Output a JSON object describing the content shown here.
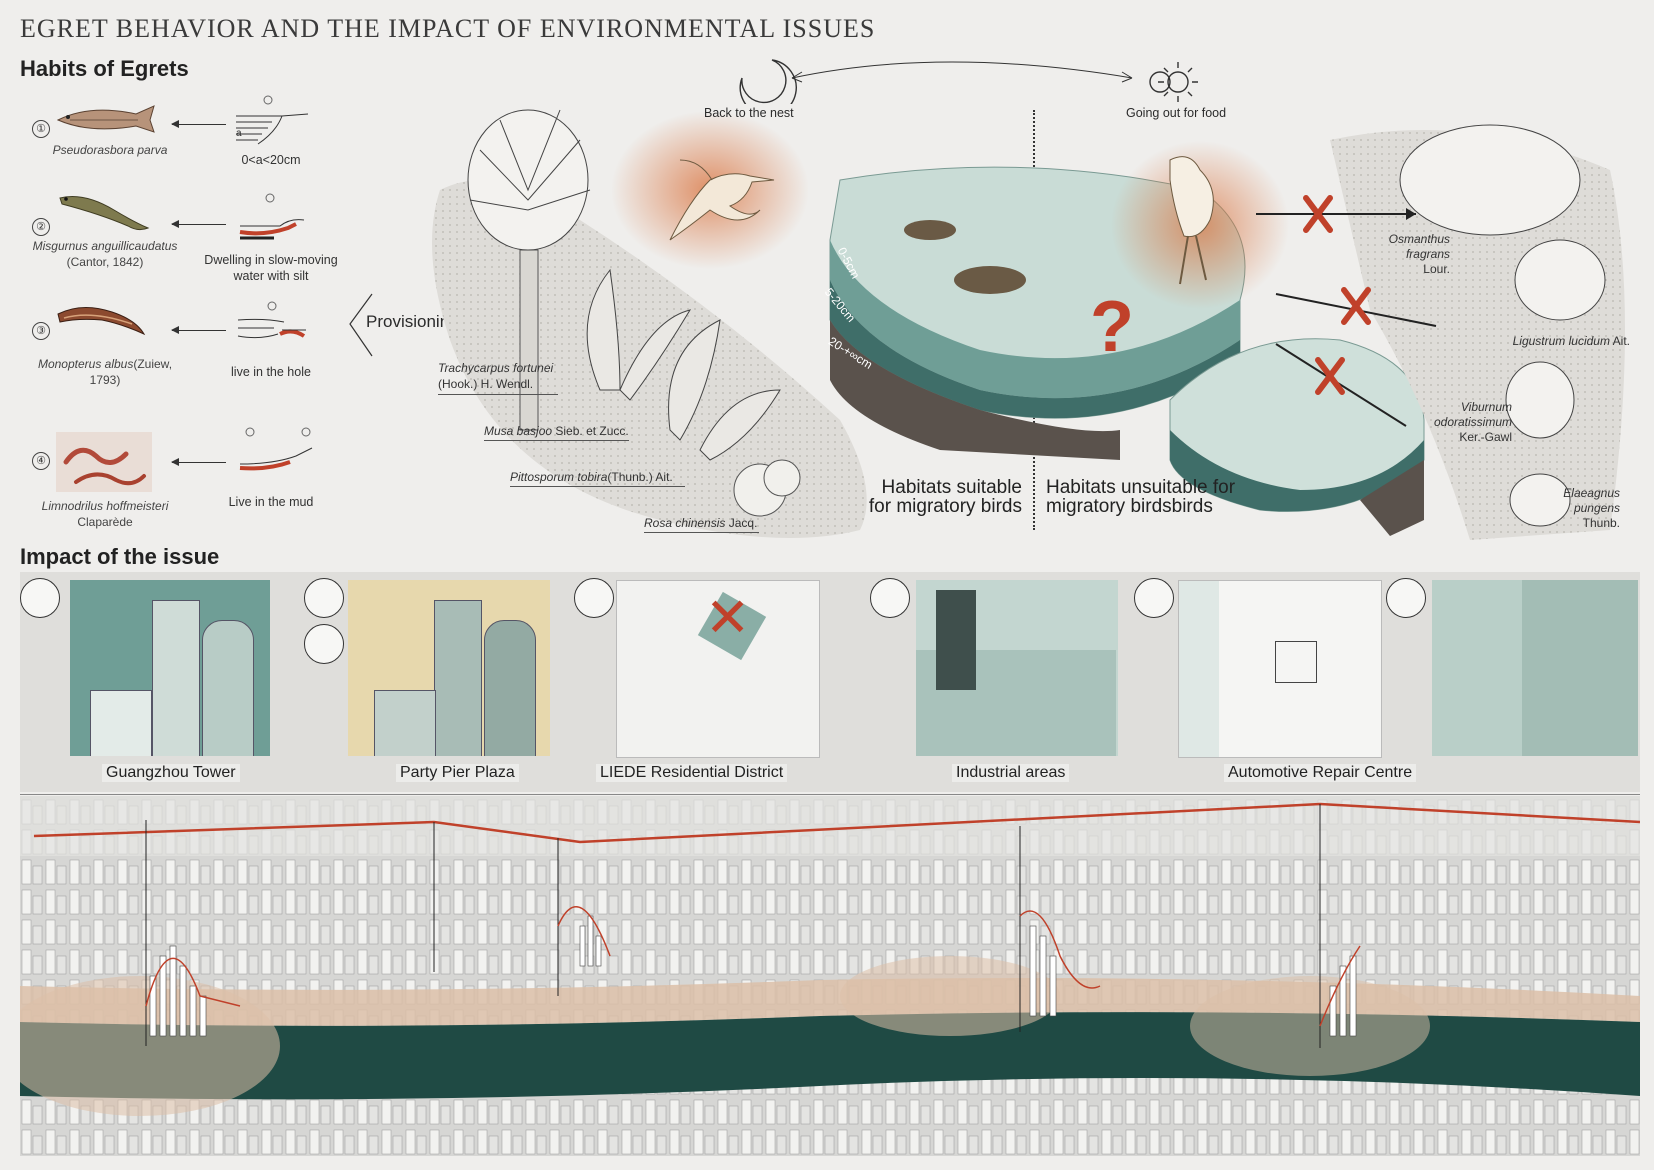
{
  "title": "EGRET BEHAVIOR AND THE IMPACT OF ENVIRONMENTAL ISSUES",
  "habits": {
    "section_title": "Habits of Egrets",
    "provisioning_label": "Provisioning",
    "rows": [
      {
        "num": "①",
        "species": "Pseudorasbora parva",
        "author": "",
        "condition": "0<a<20cm"
      },
      {
        "num": "②",
        "species": "Misgurnus anguillicaudatus",
        "author": "(Cantor, 1842)",
        "condition": "Dwelling in slow-moving water with silt"
      },
      {
        "num": "③",
        "species": "Monopterus albus",
        "author": "(Zuiew, 1793)",
        "condition": "live in the hole"
      },
      {
        "num": "④",
        "species": "Limnodrilus hoffmeisteri",
        "author": "Claparède",
        "condition": "Live in the mud"
      }
    ]
  },
  "cycle": {
    "night_label": "Back to the nest",
    "day_label": "Going out for food"
  },
  "plants": [
    {
      "name": "Trachycarpus fortunei",
      "author": "(Hook.) H. Wendl."
    },
    {
      "name": "Musa basjoo",
      "author": "Sieb. et Zucc."
    },
    {
      "name": "Pittosporum tobira",
      "author": "(Thunb.) Ait."
    },
    {
      "name": "Rosa chinensis",
      "author": "Jacq."
    }
  ],
  "depths": [
    "0-5cm",
    "5-20cm",
    "20-+∞cm"
  ],
  "habitat": {
    "suitable": "Habitats suitable for migratory birds",
    "unsuitable": "Habitats unsuitable for migratory birdsbirds",
    "question_mark": "?"
  },
  "trees": [
    {
      "name": "Osmanthus fragrans",
      "author": "Lour."
    },
    {
      "name": "Ligustrum lucidum",
      "author": "Ait."
    },
    {
      "name": "Viburnum odoratissimum",
      "author": "Ker.-Gawl"
    },
    {
      "name": "Elaeagnus pungens",
      "author": "Thunb."
    }
  ],
  "impact": {
    "section_title": "Impact of the issue",
    "locations": [
      "Guangzhou Tower",
      "Party Pier Plaza",
      "LIEDE Residential District",
      "Industrial areas",
      "Automotive Repair Centre"
    ]
  },
  "colors": {
    "accent_red": "#c0412a",
    "teal_light": "#9fc3bb",
    "teal_dark": "#2f6b66",
    "river": "#1f4a44",
    "sand": "#dcbfa8"
  }
}
